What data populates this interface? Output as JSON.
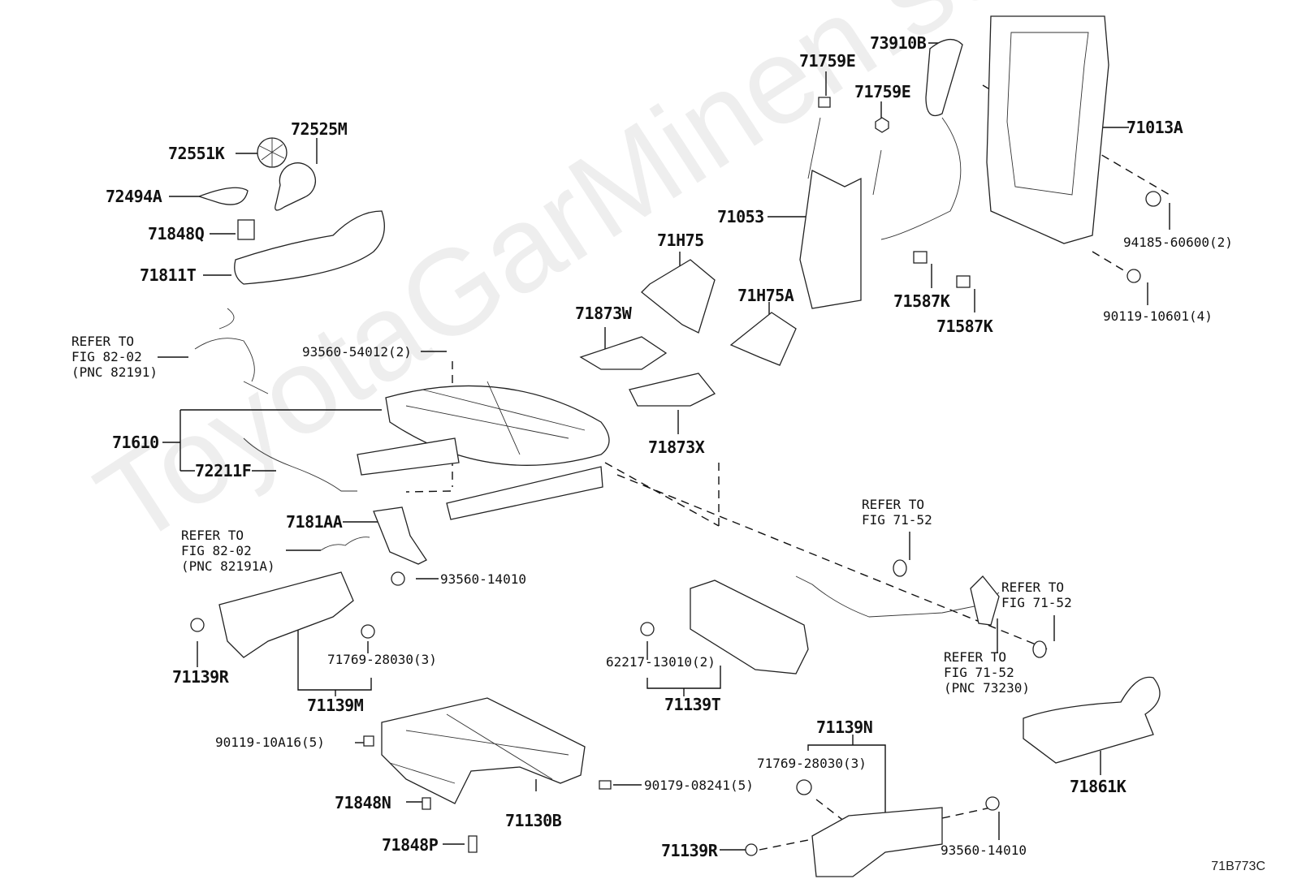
{
  "watermark": "ToyotaGarMinen.su",
  "figure_code": "71B773C",
  "labels": {
    "p72525M": "72525M",
    "p72551K": "72551K",
    "p72494A": "72494A",
    "p71848Q": "71848Q",
    "p71811T": "71811T",
    "p71610": "71610",
    "p72211F": "72211F",
    "p93560_54012": "93560-54012(2)",
    "p71759E_a": "71759E",
    "p71759E_b": "71759E",
    "p73910B": "73910B",
    "p71013A": "71013A",
    "p71053": "71053",
    "p71H75": "71H75",
    "p71H75A": "71H75A",
    "p71873W": "71873W",
    "p71873X": "71873X",
    "p71587K_a": "71587K",
    "p71587K_b": "71587K",
    "p94185": "94185-60600(2)",
    "p90119_10601": "90119-10601(4)",
    "p7181AA": "7181AA",
    "p93560_14010_a": "93560-14010",
    "p71769_a": "71769-28030(3)",
    "p71139R_a": "71139R",
    "p71139M": "71139M",
    "p62217": "62217-13010(2)",
    "p71139T": "71139T",
    "p90119_10A16": "90119-10A16(5)",
    "p71848N": "71848N",
    "p71848P": "71848P",
    "p71130B": "71130B",
    "p90179": "90179-08241(5)",
    "p71139N": "71139N",
    "p71769_b": "71769-28030(3)",
    "p71139R_b": "71139R",
    "p93560_14010_b": "93560-14010",
    "p71861K": "71861K"
  },
  "references": {
    "fig82_02_pnc82191": "REFER TO\nFIG 82-02\n(PNC 82191)",
    "fig82_02_pnc82191A": "REFER TO\nFIG 82-02\n(PNC 82191A)",
    "fig71_52_top": "REFER TO\nFIG 71-52",
    "fig71_52_right": "REFER TO\nFIG 71-52",
    "fig71_52_pnc73230": "REFER TO\nFIG 71-52\n(PNC 73230)"
  }
}
